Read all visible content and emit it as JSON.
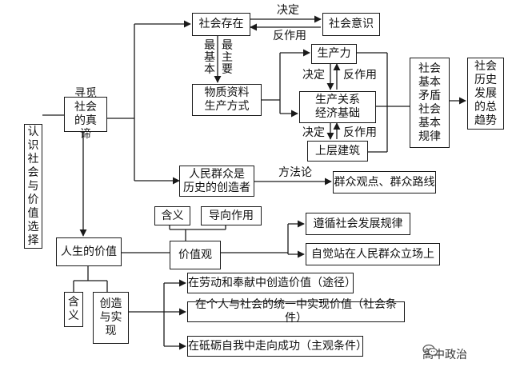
{
  "nodes": {
    "root": "认\n识\n社\n会\n与\n价\n值\n选\n择",
    "seek_truth": "寻觅\n社会\n的真\n谛",
    "social_being": "社会存在",
    "social_consciousness": "社会意识",
    "productive_forces": "生产力",
    "production_relations": "生产关系\n经济基础",
    "superstructure": "上层建筑",
    "material_production": "物质资料\n生产方式",
    "basic_contradiction": "社会\n基本\n矛盾\n社会\n基本\n规律",
    "general_trend": "社会\n历史\n发展\n的总\n趋势",
    "masses_creators": "人民群众是\n历史的创造者",
    "mass_line": "群众观点、群众路线",
    "life_value": "人生的价值",
    "values": "价值观",
    "values_meaning": "含义",
    "values_guiding": "导向作用",
    "follow_law": "遵循社会发展规律",
    "masses_stand": "自觉站在人民群众立场上",
    "life_meaning": "含\n义",
    "create_realize": "创造\n与实\n现",
    "labor": "在劳动和奉献中创造价值（途径）",
    "unity": "在个人与社会的统一中实现价值（社会条件）",
    "self_improve": "在砥砺自我中走向成功（主观条件）"
  },
  "labels": {
    "decide_top": "决定",
    "react_top": "反作用",
    "most_basic": "最\n基\n本",
    "most_main": "最\n主\n要",
    "decide_mid": "决定",
    "react_mid": "反作用",
    "decide_low": "决定",
    "react_low": "反作用",
    "methodology": "方法论"
  },
  "watermark": {
    "text": "高中政治",
    "icon": "wechat-icon"
  },
  "colors": {
    "line": "#1a1a1a",
    "text": "#111111"
  }
}
